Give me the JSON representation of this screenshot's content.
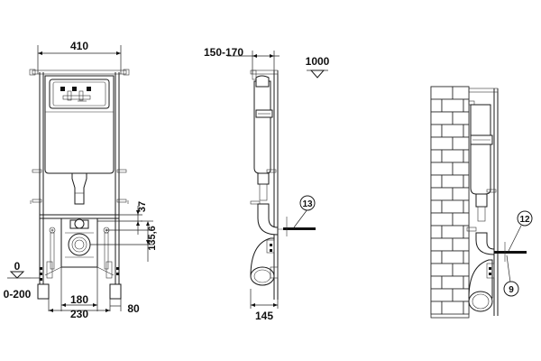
{
  "front_view": {
    "width_label": "410",
    "dim_37": "37",
    "dim_135_6": "135,6",
    "dim_180": "180",
    "dim_230": "230",
    "dim_80": "80",
    "level_0": "0",
    "level_0_200": "0-200"
  },
  "side_view": {
    "depth_range_label": "150-170",
    "height_label": "1000",
    "callout_13": "13",
    "depth_label": "145"
  },
  "wall_view": {
    "callout_12": "12",
    "callout_9": "9"
  }
}
